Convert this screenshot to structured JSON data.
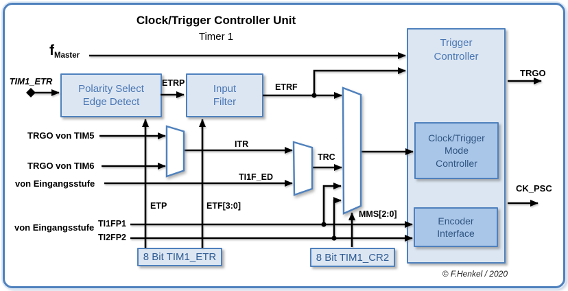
{
  "title": "Clock/Trigger Controller Unit",
  "subtitle": "Timer 1",
  "copyright": "© F.Henkel / 2020",
  "blocks": {
    "polarity_select": {
      "line1": "Polarity Select",
      "line2": "Edge Detect"
    },
    "input_filter": {
      "line1": "Input",
      "line2": "Filter"
    },
    "trigger_controller": {
      "line1": "Trigger",
      "line2": "Controller"
    },
    "clock_trigger_mode_controller": {
      "line1": "Clock/Trigger",
      "line2": "Mode",
      "line3": "Controller"
    },
    "encoder_interface": {
      "line1": "Encoder",
      "line2": "Interface"
    },
    "reg_tim1_etr": {
      "label": "8 Bit TIM1_ETR"
    },
    "reg_tim1_cr2": {
      "label": "8 Bit TIM1_CR2"
    }
  },
  "inputs": {
    "tim1_etr": {
      "label": "TIM1_ETR"
    },
    "f_master": {
      "base": "f",
      "subscript": "Master"
    },
    "trgo_tim5": {
      "label": "TRGO von TIM5"
    },
    "trgo_tim6": {
      "label": "TRGO von TIM6"
    },
    "eingangsstufe_1": {
      "label": "von Eingangsstufe"
    },
    "eingangsstufe_2": {
      "label": "von Eingangsstufe"
    },
    "ti1fp1": {
      "label": "TI1FP1"
    },
    "ti2fp2": {
      "label": "TI2FP2"
    }
  },
  "signals": {
    "etrp": {
      "label": "ETRP"
    },
    "etrf": {
      "label": "ETRF"
    },
    "itr": {
      "label": "ITR"
    },
    "ti1f_ed": {
      "label": "TI1F_ED"
    },
    "trc": {
      "label": "TRC"
    },
    "etp": {
      "label": "ETP"
    },
    "etf": {
      "label": "ETF[3:0]"
    },
    "mms": {
      "label": "MMS[2:0]"
    }
  },
  "outputs": {
    "trgo": {
      "label": "TRGO"
    },
    "ck_psc": {
      "label": "CK_PSC"
    }
  },
  "colors": {
    "accent": "#4F81BD",
    "box_fill_light": "#DCE6F2",
    "box_fill_medium": "#A9C6E8",
    "heading_text": "#4A77B4",
    "inner_text": "#2F5480",
    "register_text": "#2F5C94",
    "wire": "#000000"
  }
}
